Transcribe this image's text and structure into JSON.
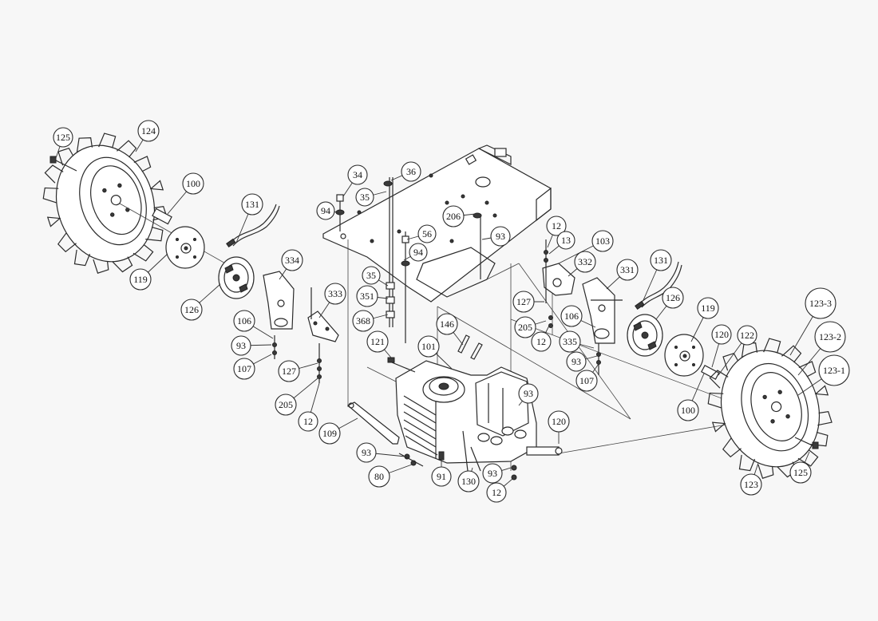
{
  "callouts": [
    {
      "label": "125"
    },
    {
      "label": "124"
    },
    {
      "label": "100"
    },
    {
      "label": "131"
    },
    {
      "label": "119"
    },
    {
      "label": "126"
    },
    {
      "label": "334"
    },
    {
      "label": "333"
    },
    {
      "label": "106"
    },
    {
      "label": "93"
    },
    {
      "label": "107"
    },
    {
      "label": "127"
    },
    {
      "label": "205"
    },
    {
      "label": "12"
    },
    {
      "label": "34"
    },
    {
      "label": "36"
    },
    {
      "label": "35"
    },
    {
      "label": "94"
    },
    {
      "label": "206"
    },
    {
      "label": "56"
    },
    {
      "label": "93"
    },
    {
      "label": "94"
    },
    {
      "label": "35"
    },
    {
      "label": "351"
    },
    {
      "label": "368"
    },
    {
      "label": "12"
    },
    {
      "label": "13"
    },
    {
      "label": "103"
    },
    {
      "label": "332"
    },
    {
      "label": "331"
    },
    {
      "label": "131"
    },
    {
      "label": "127"
    },
    {
      "label": "205"
    },
    {
      "label": "12"
    },
    {
      "label": "106"
    },
    {
      "label": "335"
    },
    {
      "label": "93"
    },
    {
      "label": "107"
    },
    {
      "label": "126"
    },
    {
      "label": "119"
    },
    {
      "label": "120"
    },
    {
      "label": "122"
    },
    {
      "label": "123-3"
    },
    {
      "label": "123-2"
    },
    {
      "label": "123-1"
    },
    {
      "label": "100"
    },
    {
      "label": "125"
    },
    {
      "label": "123"
    },
    {
      "label": "146"
    },
    {
      "label": "121"
    },
    {
      "label": "101"
    },
    {
      "label": "93"
    },
    {
      "label": "120"
    },
    {
      "label": "109"
    },
    {
      "label": "93"
    },
    {
      "label": "80"
    },
    {
      "label": "91"
    },
    {
      "label": "130"
    },
    {
      "label": "93"
    },
    {
      "label": "12"
    }
  ]
}
